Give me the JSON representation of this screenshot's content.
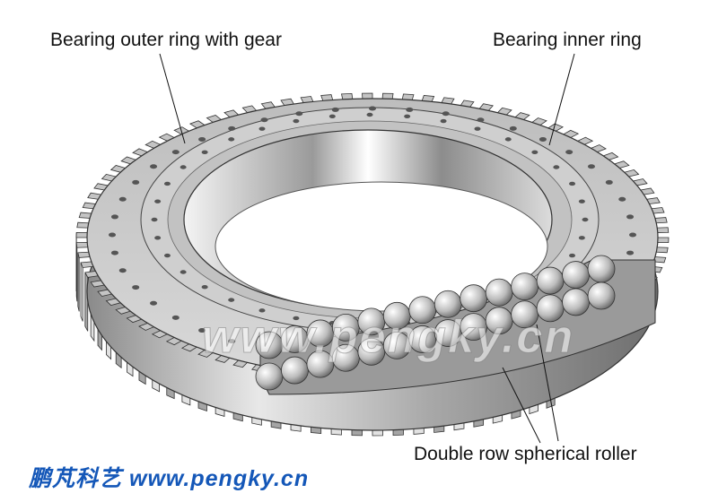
{
  "labels": {
    "outer_ring": "Bearing outer ring with gear",
    "inner_ring": "Bearing inner ring",
    "roller": "Double row spherical roller"
  },
  "brand": {
    "chinese": "鹏芃科艺",
    "url": "www.pengky.cn"
  },
  "watermark": "www.pengky.cn",
  "colors": {
    "brand": "#1457b8",
    "metal": "#c8c8c8"
  }
}
